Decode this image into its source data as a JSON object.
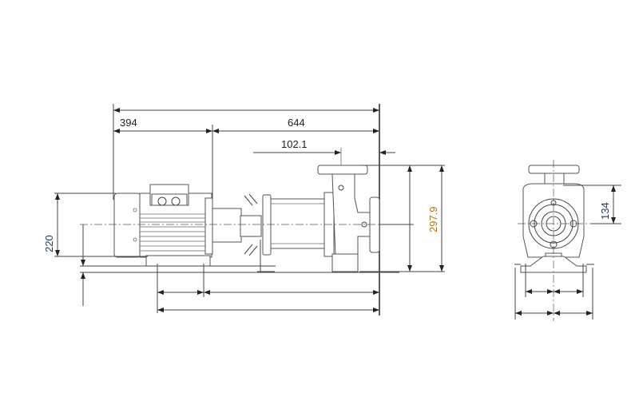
{
  "drawing": {
    "dimensions": {
      "overall_left": "394",
      "overall_right": "644",
      "suction_offset": "102.1",
      "shaft_height": "220",
      "total_height": "297.9",
      "front_height": "134"
    },
    "colors": {
      "line": "#444444",
      "dim_text": "#222222",
      "blue_text": "#1f3a6e",
      "orange_text": "#b8750a"
    }
  }
}
